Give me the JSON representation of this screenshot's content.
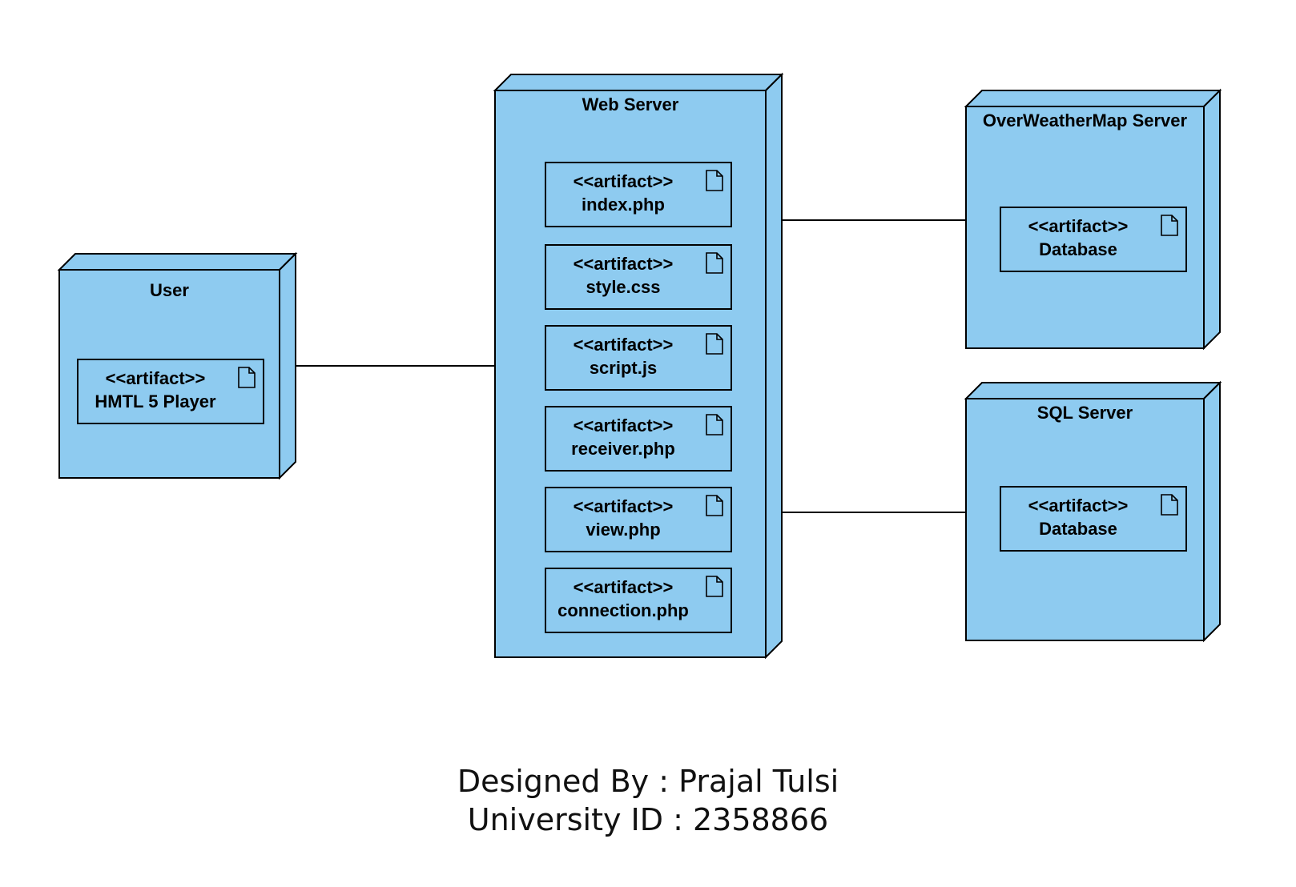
{
  "diagram": {
    "type": "UML deployment diagram",
    "colors": {
      "node_fill": "#8ecbf0",
      "stroke": "#000000",
      "background": "#ffffff"
    },
    "nodes": [
      {
        "id": "user",
        "title": "User",
        "artifacts": [
          {
            "stereotype": "<<artifact>>",
            "name": "HMTL 5 Player"
          }
        ]
      },
      {
        "id": "web",
        "title": "Web Server",
        "artifacts": [
          {
            "stereotype": "<<artifact>>",
            "name": "index.php"
          },
          {
            "stereotype": "<<artifact>>",
            "name": "style.css"
          },
          {
            "stereotype": "<<artifact>>",
            "name": "script.js"
          },
          {
            "stereotype": "<<artifact>>",
            "name": "receiver.php"
          },
          {
            "stereotype": "<<artifact>>",
            "name": "view.php"
          },
          {
            "stereotype": "<<artifact>>",
            "name": "connection.php"
          }
        ]
      },
      {
        "id": "owm",
        "title": "OverWeatherMap Server",
        "artifacts": [
          {
            "stereotype": "<<artifact>>",
            "name": "Database"
          }
        ]
      },
      {
        "id": "sql",
        "title": "SQL Server",
        "artifacts": [
          {
            "stereotype": "<<artifact>>",
            "name": "Database"
          }
        ]
      }
    ],
    "edges": [
      {
        "from": "user",
        "to": "web"
      },
      {
        "from": "web",
        "to": "owm"
      },
      {
        "from": "web",
        "to": "sql"
      }
    ],
    "icons": {
      "artifact": "document-icon"
    }
  },
  "footer": {
    "designed_by": "Designed By : Prajal Tulsi",
    "university_id": "University ID : 2358866"
  }
}
